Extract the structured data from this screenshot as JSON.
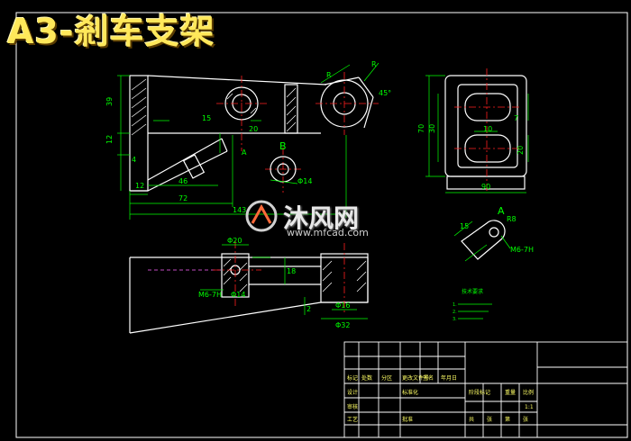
{
  "title": "A3-剎车支架",
  "watermark": {
    "brand": "沐风网",
    "url": "www.mfcad.com"
  },
  "dimensions": {
    "top_view": [
      "39",
      "12",
      "4",
      "12",
      "46",
      "72",
      "143",
      "15",
      "20",
      "A",
      "R",
      "45°",
      "R"
    ],
    "section_b": [
      "B",
      "Φ14"
    ],
    "side_view": [
      "70",
      "30",
      "7",
      "10",
      "20",
      "90"
    ],
    "bottom_view": [
      "Φ20",
      "Φ14",
      "M6-7H",
      "18",
      "Φ16",
      "Φ32",
      "2"
    ],
    "detail_a": [
      "A",
      "15",
      "R8",
      "M6-7H"
    ]
  },
  "tech_requirements": {
    "heading": "技术要求",
    "items": [
      "1.",
      "2.",
      "3."
    ]
  },
  "title_block": {
    "cells": [
      "标记",
      "处数",
      "分区",
      "更改文件号",
      "签名",
      "年月日",
      "设计",
      "标准化",
      "阶段标记",
      "重量",
      "比例",
      "审核",
      "工艺",
      "批准",
      "共",
      "张",
      "第",
      "张",
      "1:1"
    ]
  },
  "colors": {
    "background": "#000000",
    "outline": "#ffffff",
    "dimension": "#00ff00",
    "centerline": "#ff0000",
    "hatch": "#ffffff",
    "title": "#ffe85a",
    "hidden": "#ff66ff"
  }
}
